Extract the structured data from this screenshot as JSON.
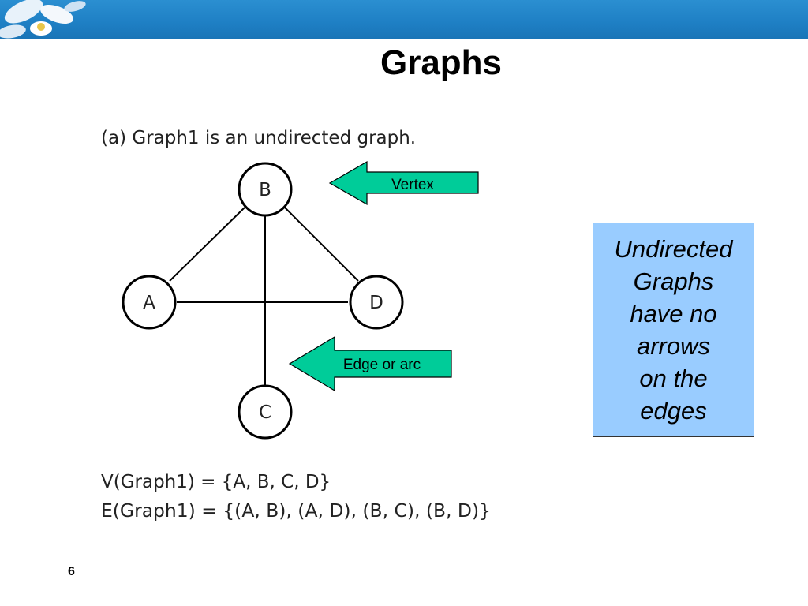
{
  "slide": {
    "title": "Graphs",
    "page_number": "6"
  },
  "figure": {
    "caption": "(a) Graph1 is an undirected graph.",
    "nodes": [
      "B",
      "A",
      "D",
      "C"
    ],
    "callouts": {
      "vertex": "Vertex",
      "edge": "Edge or arc"
    },
    "vertex_set": "V(Graph1) = {A, B, C, D}",
    "edge_set": "E(Graph1) = {(A, B), (A, D), (B, C), (B, D)}"
  },
  "note_box": {
    "text": "Undirected Graphs have no arrows  on the edges"
  },
  "colors": {
    "banner": "#1e7fc4",
    "callout_fill": "#00cc99",
    "note_fill": "#99ccff"
  },
  "icons": {
    "banner_decoration": "flower-icon"
  }
}
